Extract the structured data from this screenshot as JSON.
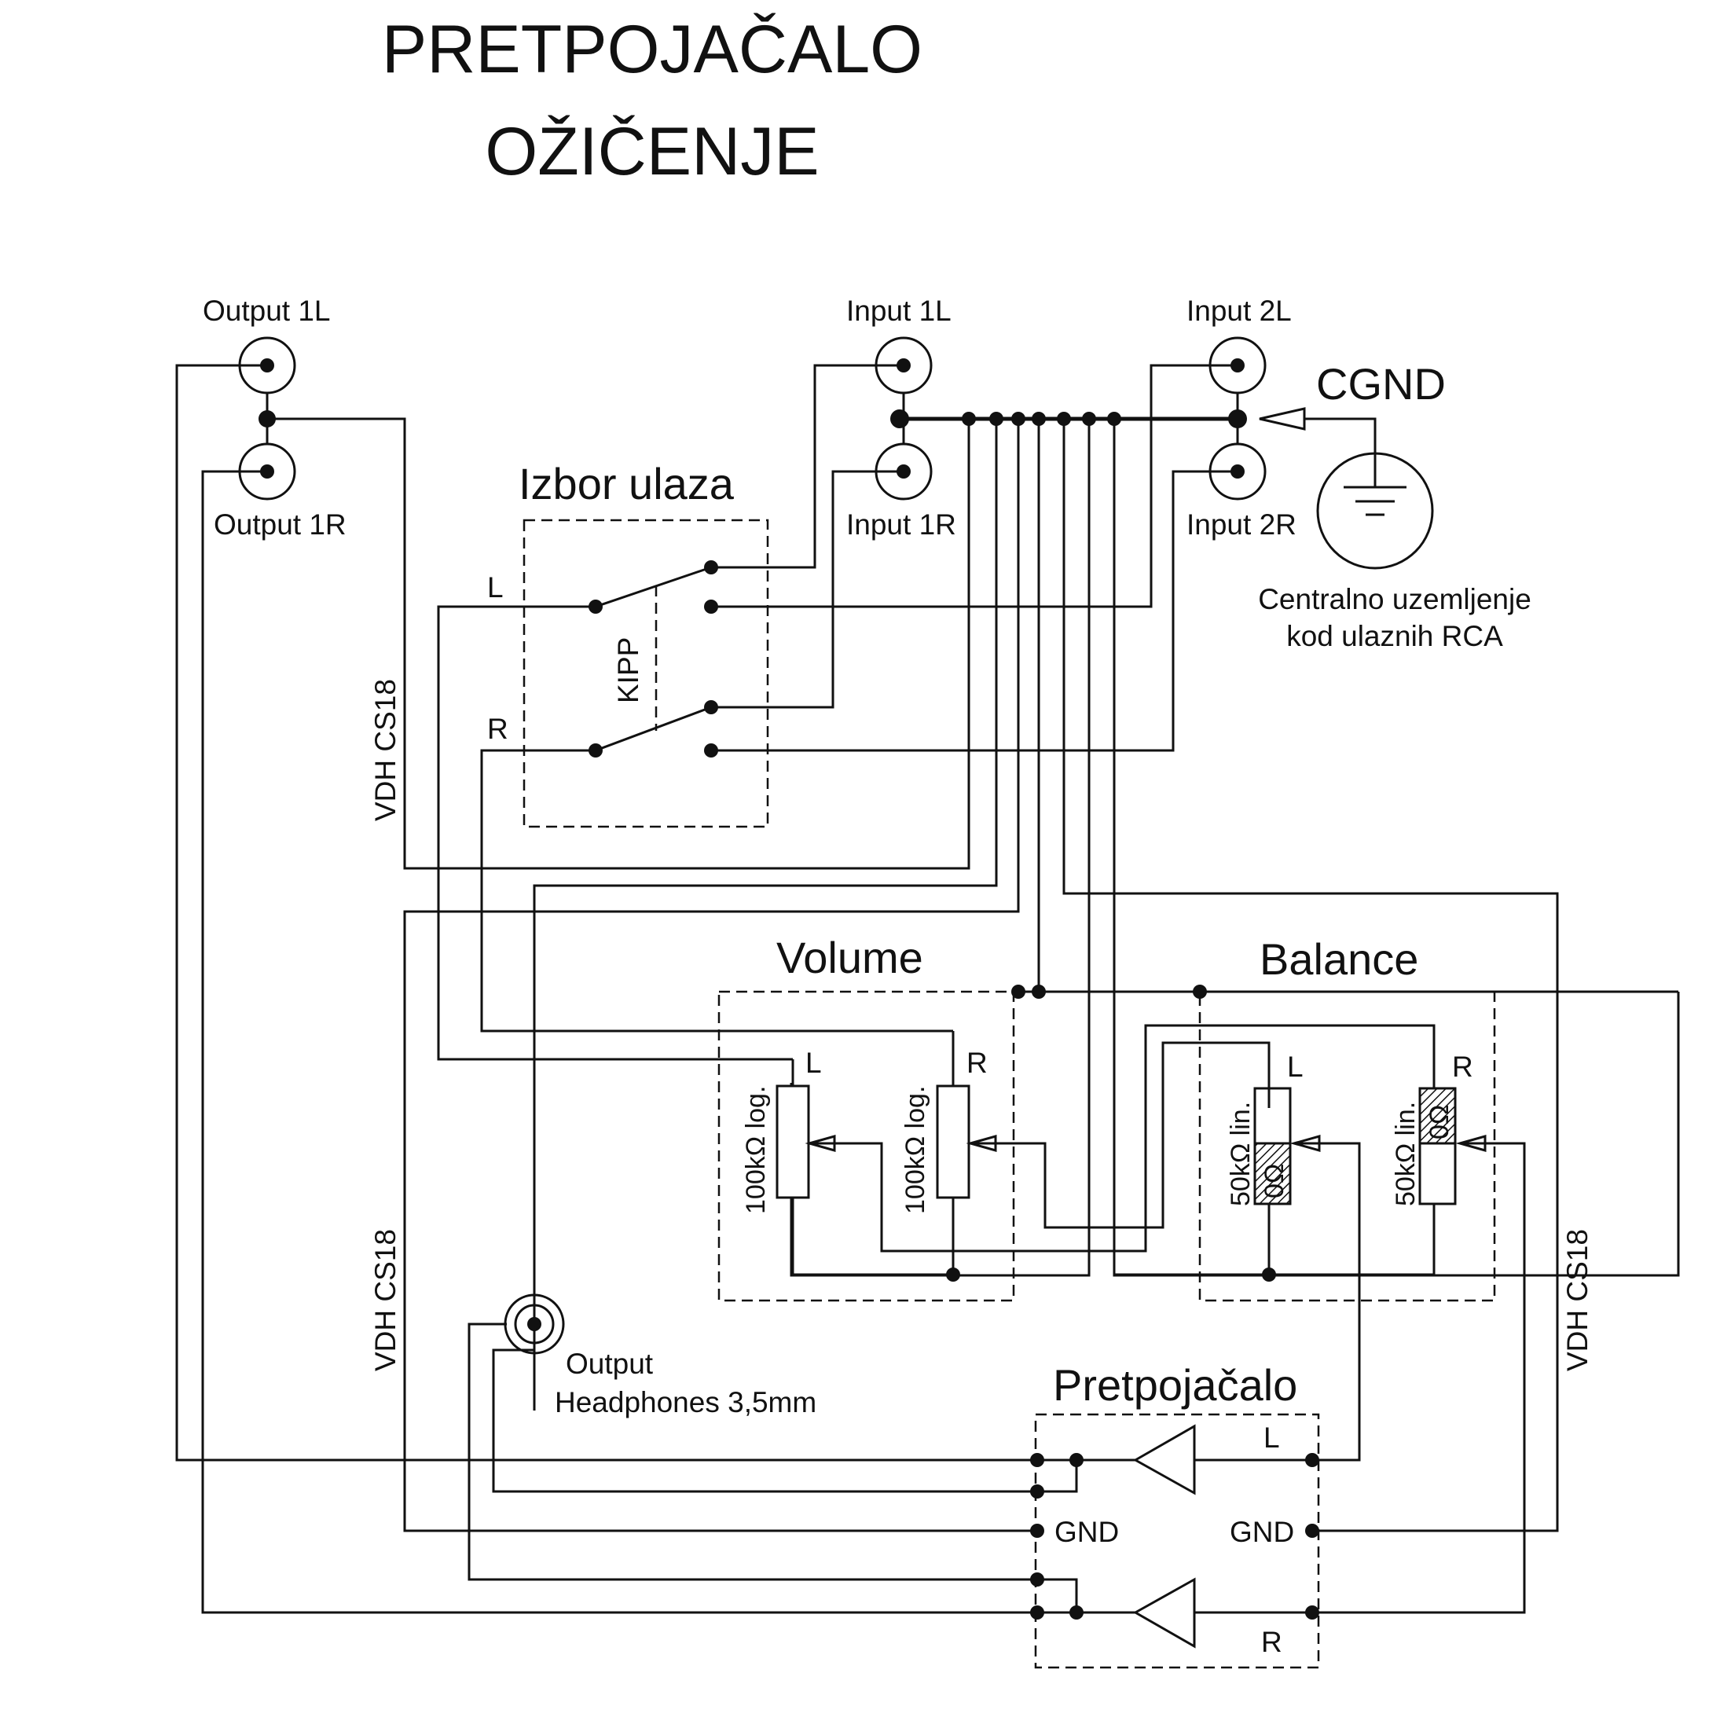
{
  "title": {
    "line1": "PRETPOJAČALO",
    "line2": "OŽIČENJE"
  },
  "connectors": {
    "output_1l": "Output 1L",
    "output_1r": "Output 1R",
    "input_1l": "Input 1L",
    "input_1r": "Input 1R",
    "input_2l": "Input 2L",
    "input_2r": "Input 2R",
    "headphones_line1": "Output",
    "headphones_line2": "Headphones 3,5mm"
  },
  "ground": {
    "label": "CGND",
    "note_line1": "Centralno uzemljenje",
    "note_line2": "kod ulaznih RCA"
  },
  "selector": {
    "title": "Izbor ulaza",
    "switch_label": "KIPP",
    "left": "L",
    "right": "R"
  },
  "cables": {
    "left_upper": "VDH CS18",
    "left_lower": "VDH CS18",
    "right": "VDH CS18"
  },
  "volume": {
    "title": "Volume",
    "pot_l_value": "100kΩ log.",
    "pot_r_value": "100kΩ log.",
    "left": "L",
    "right": "R"
  },
  "balance": {
    "title": "Balance",
    "pot_l_value": "50kΩ lin.",
    "pot_r_value": "50kΩ lin.",
    "left": "L",
    "right": "R",
    "zero_ohm": "0Ω"
  },
  "preamp": {
    "title": "Pretpojačalo",
    "left": "L",
    "right": "R",
    "gnd_in": "GND",
    "gnd_out": "GND"
  }
}
